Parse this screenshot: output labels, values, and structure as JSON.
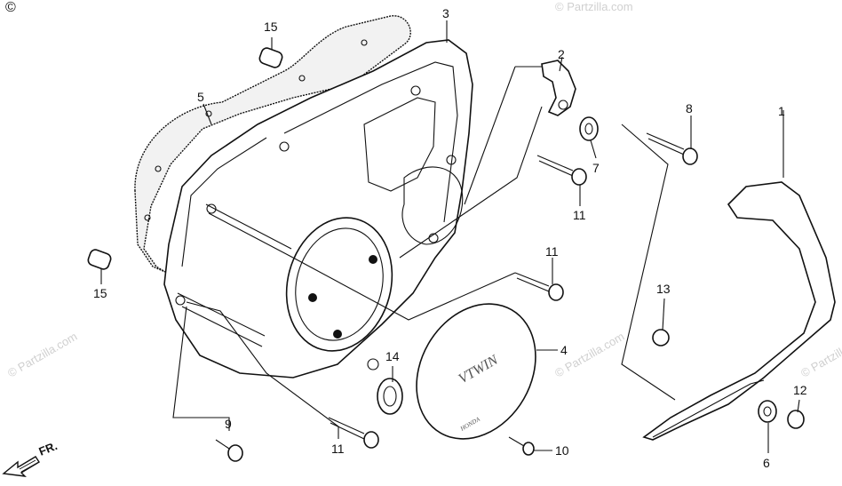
{
  "watermarks": {
    "corner_copyright": "© ",
    "site": "© Partzilla.com"
  },
  "diagram": {
    "direction_label": "FR.",
    "cover_logo": "VTWIN",
    "cover_brand": "HONDA",
    "callouts": {
      "p1": "1",
      "p2": "2",
      "p3": "3",
      "p4": "4",
      "p5": "5",
      "p6": "6",
      "p7": "7",
      "p8": "8",
      "p9": "9",
      "p10": "10",
      "p11a": "11",
      "p11b": "11",
      "p11c": "11",
      "p12": "12",
      "p13": "13",
      "p14": "14",
      "p15a": "15",
      "p15b": "15"
    }
  }
}
